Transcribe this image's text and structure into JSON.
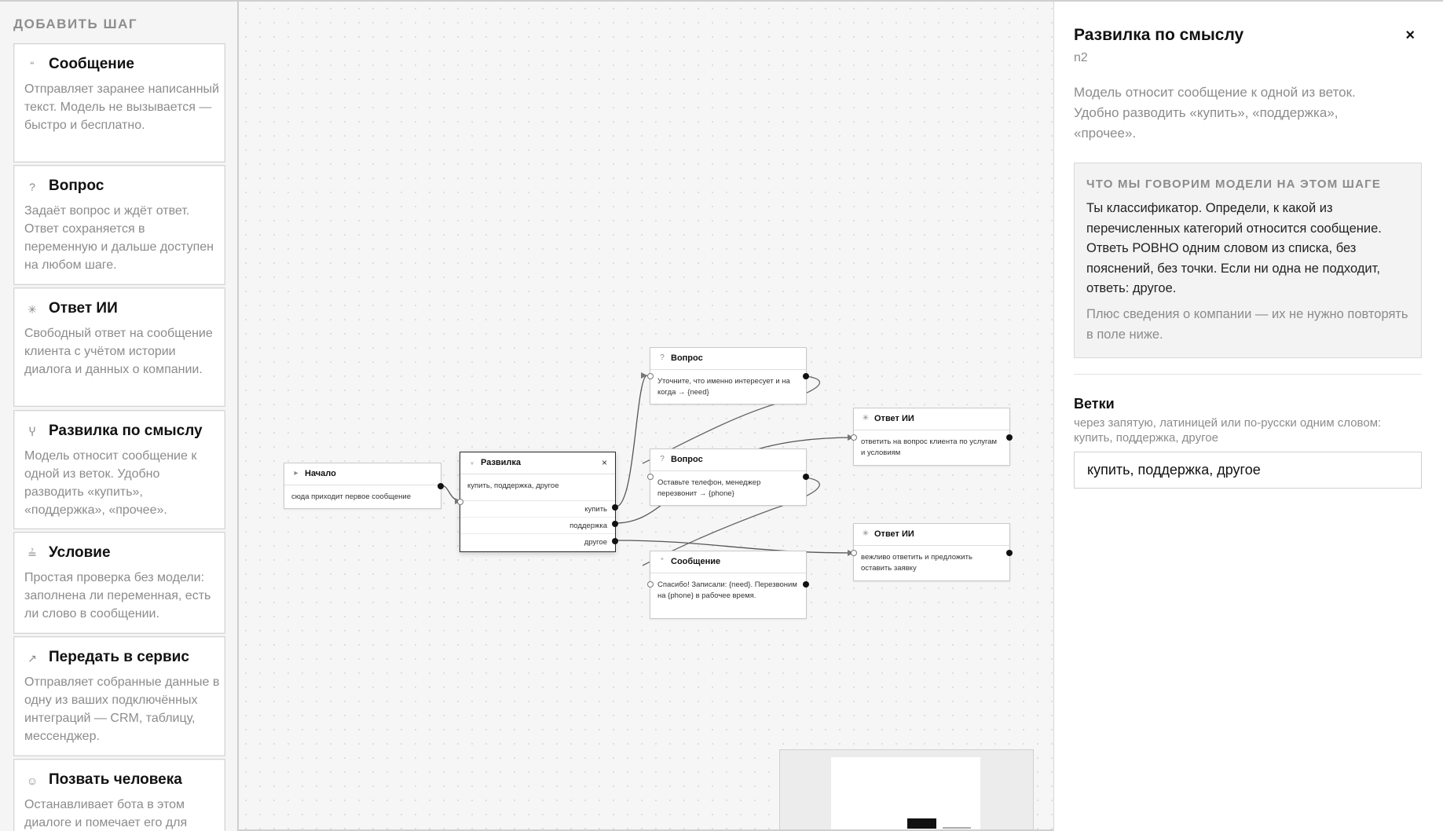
{
  "palette": {
    "title": "ДОБАВИТЬ ШАГ",
    "items": [
      {
        "icon": "“",
        "icon_name": "quote-icon",
        "name": "Сообщение",
        "desc": "Отправляет заранее написанный текст. Модель не вызывается — быстро и бесплатно."
      },
      {
        "icon": "?",
        "icon_name": "question-icon",
        "name": "Вопрос",
        "desc": "Задаёт вопрос и ждёт ответ. Ответ сохраняется в переменную и дальше доступен на любом шаге."
      },
      {
        "icon": "✳",
        "icon_name": "sparkle-icon",
        "name": "Ответ ИИ",
        "desc": "Свободный ответ на сообщение клиента с учётом истории диалога и данных о компании."
      },
      {
        "icon": "Ⴤ",
        "icon_name": "fork-icon",
        "name": "Развилка по смыслу",
        "desc": "Модель относит сообщение к одной из веток. Удобно разводить «купить», «поддержка», «прочее»."
      },
      {
        "icon": "≟",
        "icon_name": "condition-icon",
        "name": "Условие",
        "desc": "Простая проверка без модели: заполнена ли переменная, есть ли слово в сообщении."
      },
      {
        "icon": "↗",
        "icon_name": "send-arrow-icon",
        "name": "Передать в сервис",
        "desc": "Отправляет собранные данные в одну из ваших подключённых интеграций — CRM, таблицу, мессенджер."
      },
      {
        "icon": "☺",
        "icon_name": "person-icon",
        "name": "Позвать человека",
        "desc": "Останавливает бота в этом диалоге и помечает его для"
      }
    ]
  },
  "canvas": {
    "nodes": {
      "start": {
        "icon": "▸",
        "title": "Начало",
        "body": "сюда приходит первое сообщение"
      },
      "fork": {
        "icon": "ᵥ",
        "title": "Развилка",
        "close": "×",
        "body": "купить, поддержка, другое",
        "branches": [
          "купить",
          "поддержка",
          "другое"
        ]
      },
      "q1": {
        "icon": "?",
        "title": "Вопрос",
        "body": "Уточните, что именно интересует и на когда → {need}"
      },
      "q2": {
        "icon": "?",
        "title": "Вопрос",
        "body": "Оставьте телефон, менеджер перезвонит → {phone}"
      },
      "msg": {
        "icon": "“",
        "title": "Сообщение",
        "body": "Спасибо! Записали: {need}. Перезвоним на {phone} в рабочее время."
      },
      "ai1": {
        "icon": "✳",
        "title": "Ответ ИИ",
        "body": "ответить на вопрос клиента по услугам и условиям"
      },
      "ai2": {
        "icon": "✳",
        "title": "Ответ ИИ",
        "body": "вежливо ответить и предложить оставить заявку"
      }
    }
  },
  "inspector": {
    "title": "Развилка по смыслу",
    "close": "×",
    "node_id": "n2",
    "description": "Модель относит сообщение к одной из веток. Удобно разводить «купить», «поддержка», «прочее».",
    "prompt_label": "ЧТО МЫ ГОВОРИМ МОДЕЛИ НА ЭТОМ ШАГЕ",
    "prompt_text": "Ты классификатор. Определи, к какой из перечисленных категорий относится сообщение. Ответь РОВНО одним словом из списка, без пояснений, без точки. Если ни одна не подходит, ответь: другое.",
    "prompt_note": "Плюс сведения о компании — их не нужно повторять в поле ниже.",
    "branches_label": "Ветки",
    "branches_hint": "через запятую, латиницей или по-русски одним словом: купить, поддержка, другое",
    "branches_value": "купить, поддержка, другое"
  }
}
